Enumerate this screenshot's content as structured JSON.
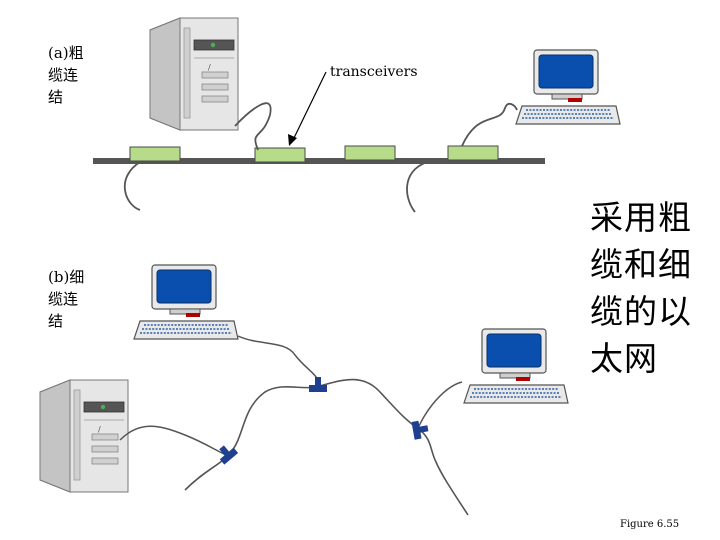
{
  "thick_section": {
    "label": "(a)粗\n缆连\n结",
    "transceiver_label": "transceivers"
  },
  "thin_section": {
    "label": "(b)细\n缆连\n结"
  },
  "title": "采用粗\n缆和细\n缆的以\n太网",
  "caption": "Figure 6.55",
  "colors": {
    "transceiver": "#b7dc89",
    "cable": "#555555",
    "screen": "#0b4fae",
    "connector": "#1f3f8f",
    "monitor_body": "#e9e9e9"
  },
  "icons": [
    "tower-computer-icon",
    "desktop-computer-icon",
    "t-connector-icon"
  ]
}
